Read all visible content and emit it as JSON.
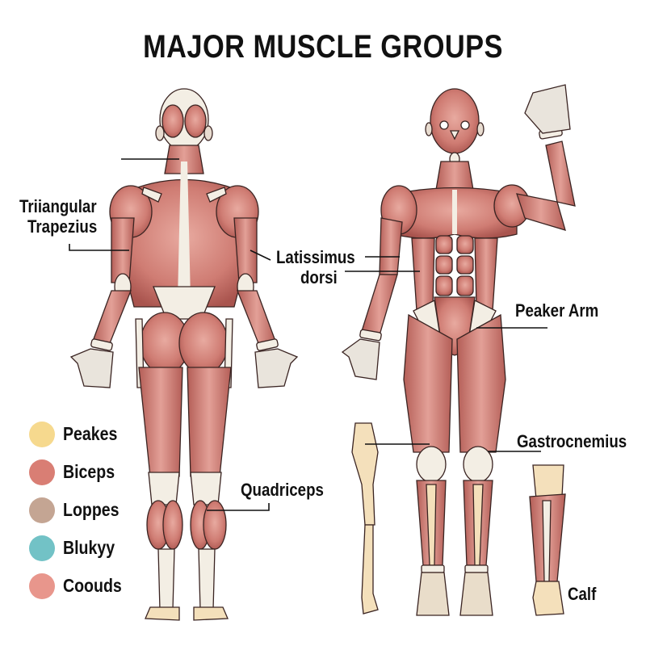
{
  "title": "MAJOR MUSCLE GROUPS",
  "labels": {
    "triangular_trapezius_line1": "Triiangular",
    "triangular_trapezius_line2": "Trapezius",
    "latissimus_line1": "Latissimus",
    "latissimus_line2": "dorsi",
    "peaker_arm": "Peaker Arm",
    "gastrocnemius": "Gastrocnemius",
    "quadriceps": "Quadriceps",
    "calf": "Calf"
  },
  "legend": [
    {
      "label": "Peakes",
      "color": "#f6d98e"
    },
    {
      "label": "Biceps",
      "color": "#d97e74"
    },
    {
      "label": "Loppes",
      "color": "#c4a593"
    },
    {
      "label": "Blukyy",
      "color": "#72c2c6"
    },
    {
      "label": "Coouds",
      "color": "#e8968c"
    }
  ],
  "colors": {
    "muscle": "#cd7a71",
    "muscle_light": "#e6a79d",
    "muscle_dark": "#a9544e",
    "tendon": "#f3eee4",
    "bone": "#f4e0bb",
    "outline": "#3a2422"
  },
  "figures": {
    "back_view": "posterior-muscle-figure",
    "front_view": "anterior-muscle-figure",
    "leg_bone": "isolated-leg-bone",
    "calf_detail": "isolated-lower-leg"
  }
}
